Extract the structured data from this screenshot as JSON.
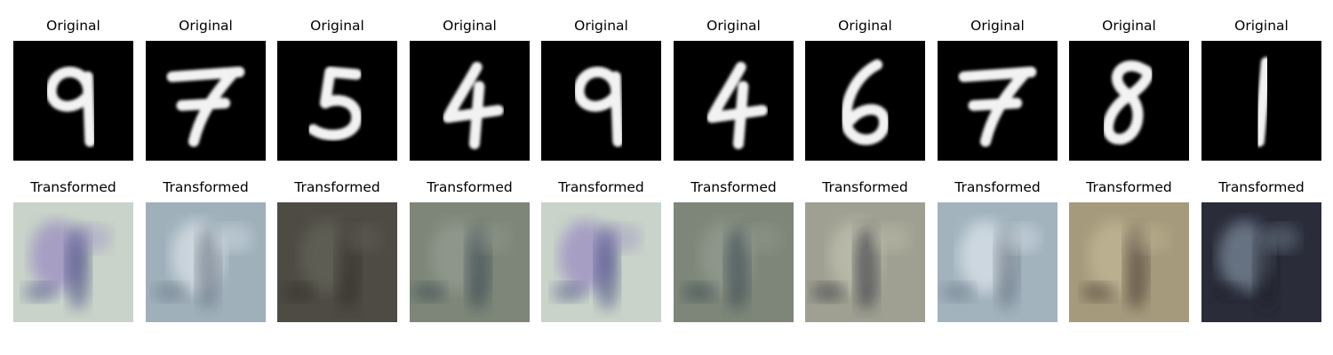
{
  "rows": [
    {
      "title": "Original",
      "items": [
        {
          "icon": "digit-9-icon",
          "digit": "9"
        },
        {
          "icon": "digit-7-icon",
          "digit": "7"
        },
        {
          "icon": "digit-5-icon",
          "digit": "5"
        },
        {
          "icon": "digit-4-icon",
          "digit": "4"
        },
        {
          "icon": "digit-9-icon",
          "digit": "9"
        },
        {
          "icon": "digit-4-icon",
          "digit": "4"
        },
        {
          "icon": "digit-6-icon",
          "digit": "6"
        },
        {
          "icon": "digit-7-icon",
          "digit": "7"
        },
        {
          "icon": "digit-8-icon",
          "digit": "8"
        },
        {
          "icon": "digit-1-icon",
          "digit": "1"
        }
      ]
    },
    {
      "title": "Transformed",
      "items": [
        {
          "icon": "transformed-9-icon",
          "colors": [
            "#c9d3c9",
            "#8f7cc0",
            "#3a3f7a"
          ]
        },
        {
          "icon": "transformed-7-icon",
          "colors": [
            "#9fb0bb",
            "#e9eef3",
            "#5e6b79"
          ]
        },
        {
          "icon": "transformed-5-icon",
          "colors": [
            "#4d4b44",
            "#6b6a5e",
            "#2d2b27"
          ]
        },
        {
          "icon": "transformed-4-icon",
          "colors": [
            "#7d8679",
            "#9aa197",
            "#2f3d48"
          ]
        },
        {
          "icon": "transformed-9-icon",
          "colors": [
            "#c9d3c9",
            "#8f7cc0",
            "#3a3f7a"
          ]
        },
        {
          "icon": "transformed-4-icon",
          "colors": [
            "#7d8679",
            "#9aa197",
            "#2f3d48"
          ]
        },
        {
          "icon": "transformed-6-icon",
          "colors": [
            "#9fa091",
            "#c8c8b6",
            "#222433"
          ]
        },
        {
          "icon": "transformed-7-icon",
          "colors": [
            "#a2b3be",
            "#eaf0f5",
            "#5e6b79"
          ]
        },
        {
          "icon": "transformed-8-icon",
          "colors": [
            "#a59b7c",
            "#c9bf9e",
            "#3c2f2c"
          ]
        },
        {
          "icon": "transformed-1-icon",
          "colors": [
            "#2a2c3a",
            "#8fa1b1",
            "#1a1b26"
          ]
        }
      ]
    }
  ]
}
